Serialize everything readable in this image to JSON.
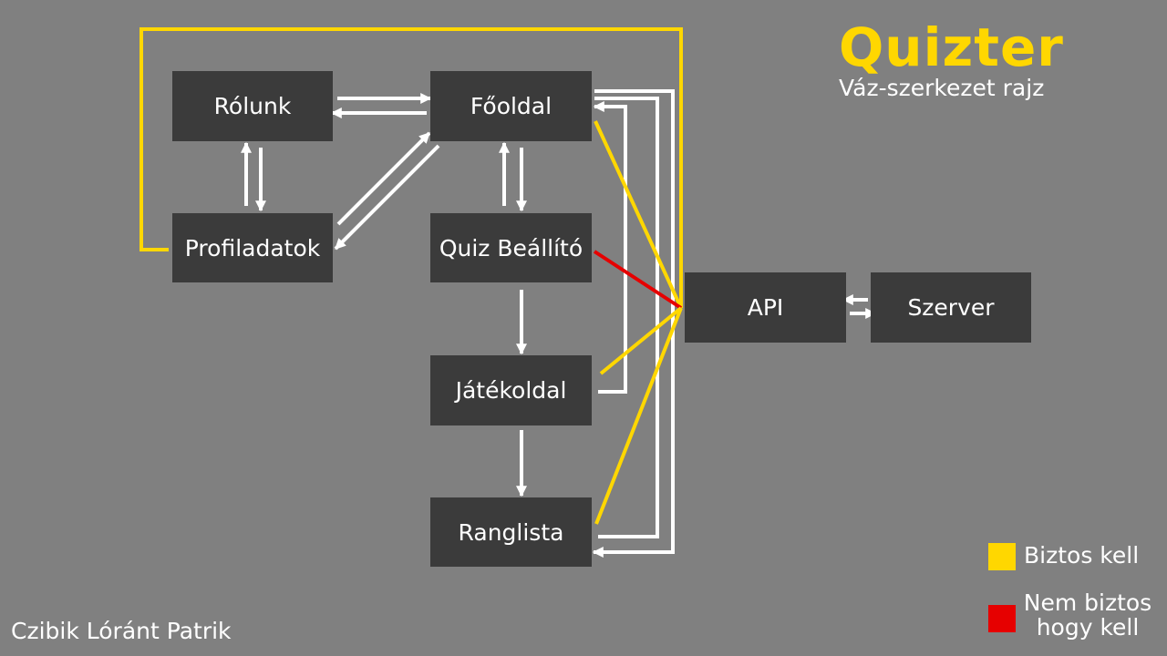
{
  "header": {
    "title": "Quizter",
    "subtitle": "Váz-szerkezet rajz"
  },
  "author": "Czibik Lóránt Patrik",
  "nodes": {
    "rolunk": "Rólunk",
    "fooldal": "Főoldal",
    "profiladatok": "Profiladatok",
    "quiz_beallito": "Quiz Beállító",
    "jatekoldal": "Játékoldal",
    "ranglista": "Ranglista",
    "api": "API",
    "szerver": "Szerver"
  },
  "legend": {
    "required_label": "Biztos kell",
    "optional_label": "Nem biztos hogy kell"
  },
  "colors": {
    "background": "#808080",
    "box": "#3b3b3b",
    "required": "#ffd700",
    "optional": "#e60000",
    "arrow": "#ffffff"
  }
}
